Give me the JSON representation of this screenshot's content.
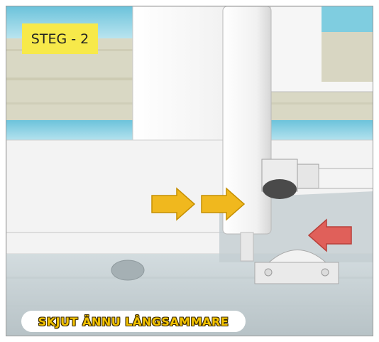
{
  "step_badge": {
    "label": "STEG - 2",
    "color": "#f7e94a"
  },
  "caption": {
    "text": "SKJUT ÄNNU LÅNGSAMMARE",
    "text_color": "#f2c200",
    "outline_color": "#3a2a00"
  },
  "arrows": {
    "push_arrows": {
      "count": 2,
      "color": "#f0b81e",
      "direction": "right"
    },
    "indicator_arrow": {
      "color": "#e0605a",
      "direction": "left"
    }
  },
  "colors": {
    "pool_water": "#8fd0e0",
    "deck": "#c9d3d6",
    "frame": "#f4f4f4"
  }
}
